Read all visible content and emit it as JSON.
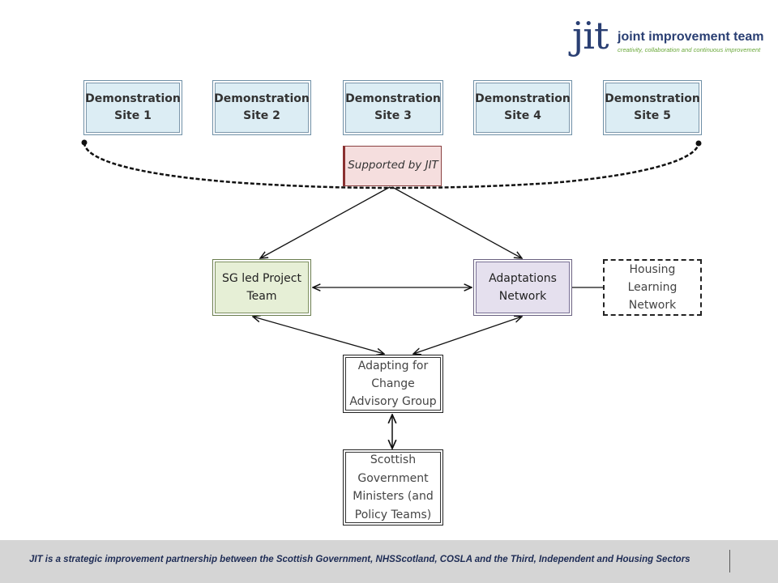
{
  "logo": {
    "mark": "jit",
    "title": "joint improvement team",
    "subtitle": "creativity, collaboration and continuous improvement"
  },
  "sites": [
    {
      "line1": "Demonstration",
      "line2": "Site 1"
    },
    {
      "line1": "Demonstration",
      "line2": "Site 2"
    },
    {
      "line1": "Demonstration",
      "line2": "Site 3"
    },
    {
      "line1": "Demonstration",
      "line2": "Site 4"
    },
    {
      "line1": "Demonstration",
      "line2": "Site 5"
    }
  ],
  "supported_by": "Supported by JIT",
  "sg_team": {
    "line1": "SG led Project",
    "line2": "Team"
  },
  "adaptations": {
    "line1": "Adaptations",
    "line2": "Network"
  },
  "housing": {
    "line1": "Housing",
    "line2": "Learning",
    "line3": "Network"
  },
  "advisory": {
    "line1": "Adapting for",
    "line2": "Change",
    "line3": "Advisory Group"
  },
  "ministers": {
    "line1": "Scottish",
    "line2": "Government",
    "line3": "Ministers (and",
    "line4": "Policy Teams)"
  },
  "footer": {
    "text": "JIT is a strategic improvement partnership between the Scottish Government, NHSScotland, COSLA and the Third, Independent and Housing Sectors"
  },
  "colors": {
    "site_fill": "#dcedf4",
    "jit_fill": "#f5dede",
    "sg_fill": "#e6efd6",
    "adapt_fill": "#e5e0ee",
    "brand_blue": "#2a3f73",
    "brand_green": "#6aa83a",
    "footer_bg": "#d5d5d5"
  }
}
